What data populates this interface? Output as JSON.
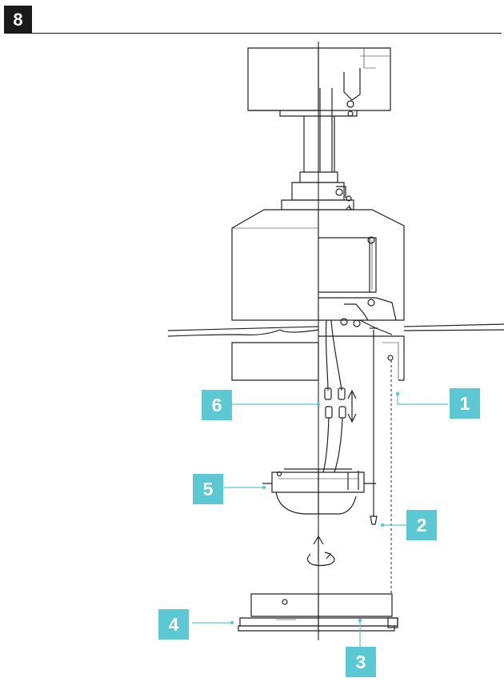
{
  "header": {
    "step_number": "8"
  },
  "accent_color": "#5bc8d3",
  "callouts": [
    {
      "id": "1",
      "label": "1"
    },
    {
      "id": "2",
      "label": "2"
    },
    {
      "id": "3",
      "label": "3"
    },
    {
      "id": "4",
      "label": "4"
    },
    {
      "id": "5",
      "label": "5"
    },
    {
      "id": "6",
      "label": "6"
    }
  ],
  "icons": [
    "double-arrow-icon",
    "rotate-arrow-icon"
  ]
}
